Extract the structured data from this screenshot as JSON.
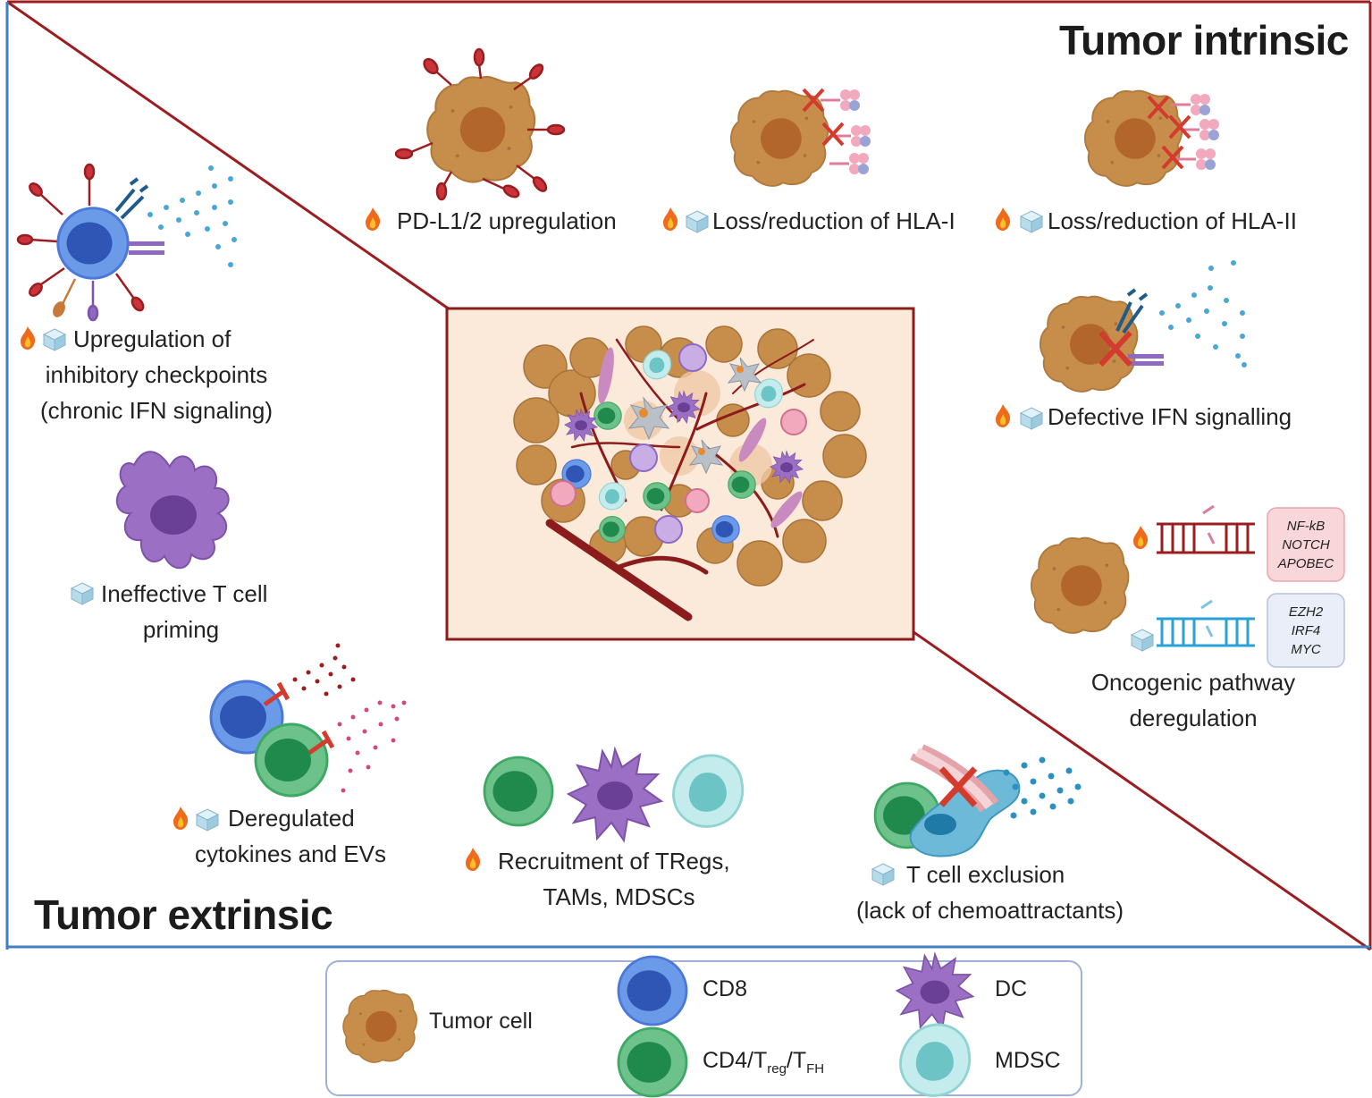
{
  "headings": {
    "intrinsic": "Tumor intrinsic",
    "extrinsic": "Tumor extrinsic"
  },
  "labels": {
    "pdl1": "PD-L1/2 upregulation",
    "hla1": "Loss/reduction of HLA-I",
    "hla2": "Loss/reduction of HLA-II",
    "ifn": "Defective IFN signalling",
    "onco_line1": "Oncogenic pathway",
    "onco_line2": "deregulation",
    "upreg_line1": "Upregulation of",
    "upreg_line2": "inhibitory checkpoints",
    "upreg_line3": "(chronic IFN signaling)",
    "priming_line1": "Ineffective T cell",
    "priming_line2": "priming",
    "cyto_line1": "Deregulated",
    "cyto_line2": "cytokines and EVs",
    "recruit_line1": "Recruitment of TRegs,",
    "recruit_line2": "TAMs, MDSCs",
    "excl_line1": "T cell exclusion",
    "excl_line2": "(lack of chemoattractants)"
  },
  "gene_boxes": {
    "hot": [
      "NF-kB",
      "NOTCH",
      "APOBEC"
    ],
    "cold": [
      "EZH2",
      "IRF4",
      "MYC"
    ]
  },
  "legend": {
    "tumor": "Tumor cell",
    "cd8": "CD8",
    "cd4_prefix": "CD4/T",
    "cd4_sub1": "reg",
    "cd4_mid": "/T",
    "cd4_sub2": "FH",
    "dc": "DC",
    "mdsc": "MDSC"
  },
  "icons": [
    "flame-icon",
    "ice-cube-icon"
  ],
  "colors": {
    "intrinsic_border": "#9b1d20",
    "extrinsic_border": "#3f7fc4",
    "tumor_cell": "#c78d4a",
    "tumor_nucleus": "#b2662b",
    "cd8": "#4b78d6",
    "cd4": "#3ea865",
    "dc": "#9b70c4",
    "mdsc": "#8fd3d3",
    "center_bg": "#fbe9da"
  }
}
